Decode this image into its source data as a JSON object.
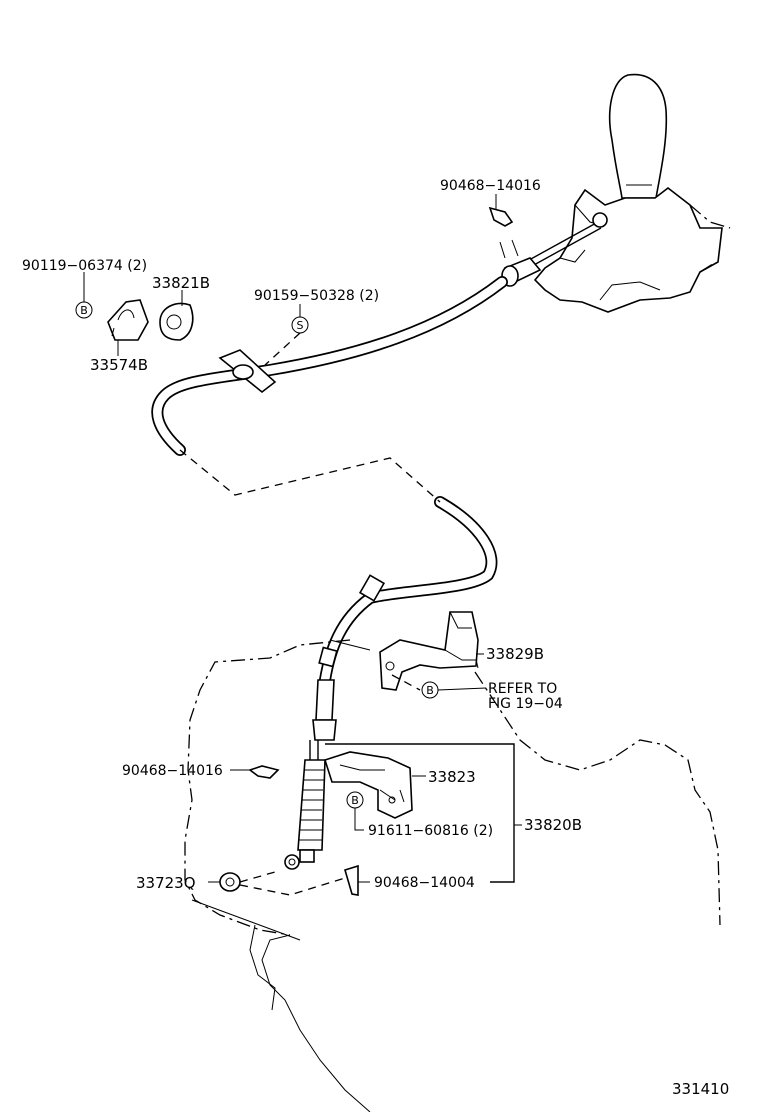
{
  "labels": {
    "p90468_14016_top": "90468−14016",
    "p90119_06374": "90119−06374 (2)",
    "p33821B": "33821B",
    "p90159_50328": "90159−50328 (2)",
    "p33574B": "33574B",
    "p33829B": "33829B",
    "refer_to": "REFER TO",
    "fig_ref": "FIG 19−04",
    "p90468_14016_left": "90468−14016",
    "p33823": "33823",
    "p91611_60816": "91611−60816 (2)",
    "p33820B": "33820B",
    "p33723Q": "33723Q",
    "p90468_14004": "90468−14004",
    "fig_number": "331410"
  },
  "symbols": {
    "bolt_mark": "B",
    "screw_mark": "S"
  }
}
